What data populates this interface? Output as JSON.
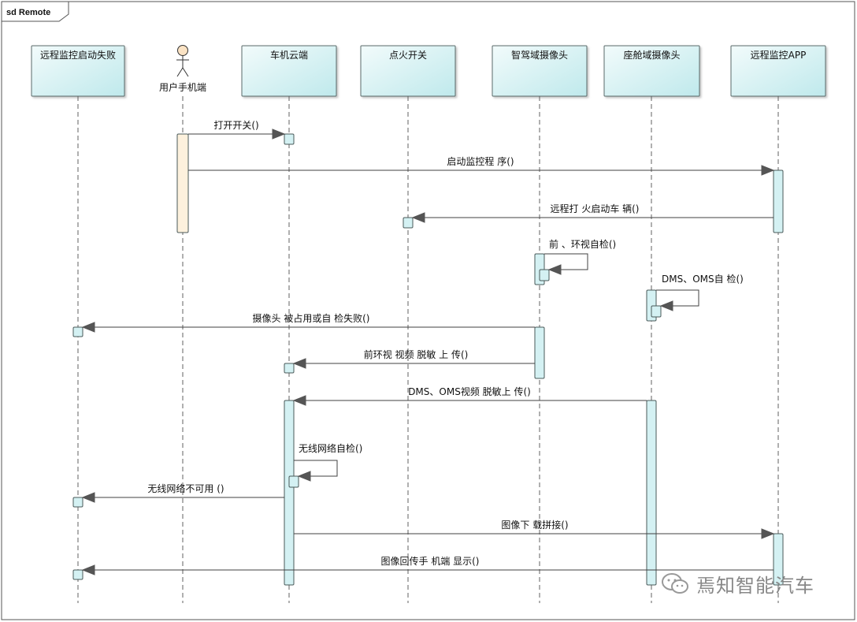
{
  "frame": {
    "title": "sd Remote"
  },
  "lifelines": [
    {
      "id": "fail",
      "label": "远程监控启动失败",
      "type": "box"
    },
    {
      "id": "user",
      "label": "用户手机端",
      "type": "actor"
    },
    {
      "id": "cloud",
      "label": "车机云端",
      "type": "box"
    },
    {
      "id": "ign",
      "label": "点火开关",
      "type": "box"
    },
    {
      "id": "adas",
      "label": "智驾域摄像头",
      "type": "box"
    },
    {
      "id": "cabin",
      "label": "座舱域摄像头",
      "type": "box"
    },
    {
      "id": "app",
      "label": "远程监控APP",
      "type": "box"
    }
  ],
  "messages": [
    {
      "from": "user",
      "to": "cloud",
      "label": "打开开关()"
    },
    {
      "from": "user",
      "to": "app",
      "label": "启动监控程 序()"
    },
    {
      "from": "app",
      "to": "ign",
      "label": "远程打 火启动车 辆()"
    },
    {
      "from": "adas",
      "to": "adas",
      "label": "前 、环视自检()"
    },
    {
      "from": "cabin",
      "to": "cabin",
      "label": "DMS、OMS自 检()"
    },
    {
      "from": "adas",
      "to": "fail",
      "label": "摄像头 被占用或自 检失败()"
    },
    {
      "from": "adas",
      "to": "cloud",
      "label": "前环视 视频 脱敏 上 传()"
    },
    {
      "from": "cabin",
      "to": "cloud",
      "label": "DMS、OMS视频 脱敏上 传()"
    },
    {
      "from": "cloud",
      "to": "cloud",
      "label": "无线网络自检()"
    },
    {
      "from": "cloud",
      "to": "fail",
      "label": "无线网络不可用 ()"
    },
    {
      "from": "cloud",
      "to": "app",
      "label": "图像下 载拼接()"
    },
    {
      "from": "app",
      "to": "fail",
      "label": "图像回传手 机端 显示()"
    }
  ],
  "watermark": {
    "text": "焉知智能汽车",
    "icon": "wechat-icon"
  },
  "colors": {
    "box_fill_start": "#f2fbfb",
    "box_fill_end": "#bfe9ec",
    "box_stroke": "#5a6a6a",
    "activation_fill": "#d4f1f3",
    "activation_user_fill": "#fdf1dd",
    "line": "#404040",
    "lifeline_dash": "#606060"
  }
}
